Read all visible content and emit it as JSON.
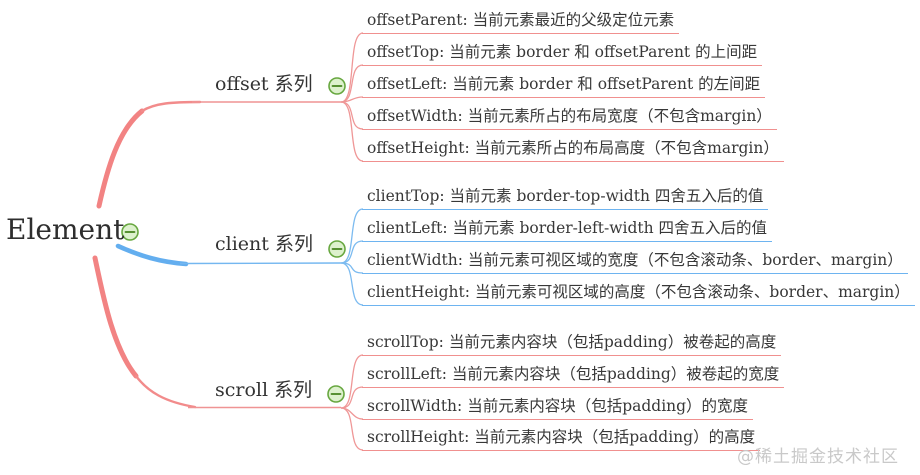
{
  "root": {
    "label": "Element"
  },
  "branches": [
    {
      "label": "offset 系列",
      "color": "#f28b8b",
      "collapse_icon": "minus-collapse-icon",
      "leaves": [
        "offsetParent: 当前元素最近的父级定位元素",
        "offsetTop: 当前元素 border 和 offsetParent 的上间距",
        "offsetLeft: 当前元素 border 和 offsetParent 的左间距",
        "offsetWidth: 当前元素所占的布局宽度（不包含margin）",
        "offsetHeight: 当前元素所占的布局高度（不包含margin）"
      ]
    },
    {
      "label": "client 系列",
      "color": "#6eb4f0",
      "collapse_icon": "minus-collapse-icon",
      "leaves": [
        "clientTop: 当前元素 border-top-width 四舍五入后的值",
        "clientLeft: 当前元素 border-left-width 四舍五入后的值",
        "clientWidth: 当前元素可视区域的宽度（不包含滚动条、border、margin）",
        "clientHeight: 当前元素可视区域的高度（不包含滚动条、border、margin）"
      ]
    },
    {
      "label": "scroll 系列",
      "color": "#f28b8b",
      "collapse_icon": "minus-collapse-icon",
      "leaves": [
        "scrollTop: 当前元素内容块（包括padding）被卷起的高度",
        "scrollLeft: 当前元素内容块（包括padding）被卷起的宽度",
        "scrollWidth: 当前元素内容块（包括padding）的宽度",
        "scrollHeight: 当前元素内容块（包括padding）的高度"
      ]
    }
  ],
  "colors": {
    "branch_pink": "#f28b8b",
    "branch_blue": "#6eb4f0",
    "icon_green_fill": "#ddf1cd",
    "icon_green_stroke": "#67a73f",
    "text": "#353535",
    "watermark": "#c9c9c9"
  },
  "watermark": "@稀土掘金技术社区"
}
